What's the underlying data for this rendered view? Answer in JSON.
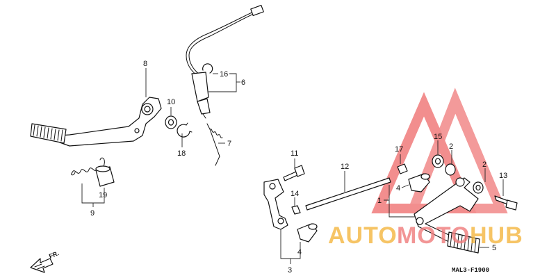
{
  "labels": {
    "p1": "1",
    "p2a": "2",
    "p2b": "2",
    "p3": "3",
    "p4a": "4",
    "p4b": "4",
    "p5": "5",
    "p6": "6",
    "p7": "7",
    "p8": "8",
    "p9": "9",
    "p10": "10",
    "p11": "11",
    "p12": "12",
    "p13": "13",
    "p14": "14",
    "p15": "15",
    "p16": "16",
    "p17": "17",
    "p18": "18",
    "p19": "19"
  },
  "front_marker": "FR.",
  "diagram_code": "MAL3-F1900",
  "watermark": {
    "part1": "AUTO",
    "part2": "MOTO",
    "part3": "HUB",
    "color_orange": "#f4b63f",
    "color_red": "#f07b7b"
  }
}
